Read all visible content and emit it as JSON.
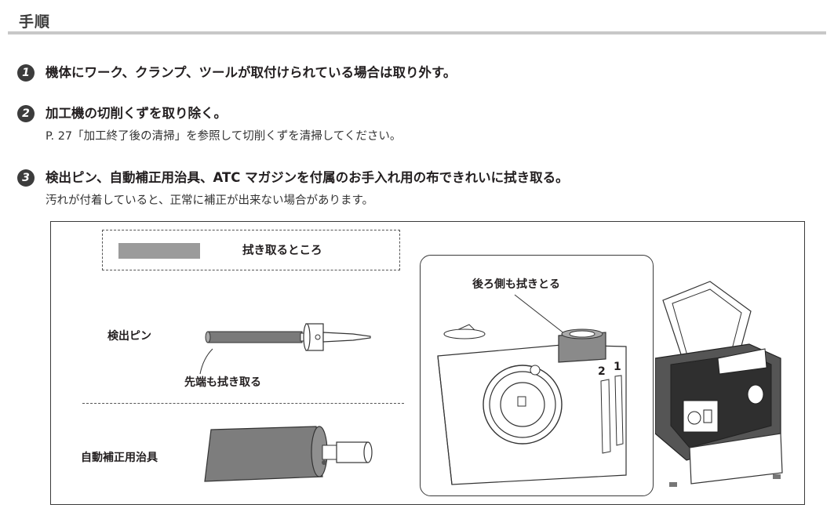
{
  "header": {
    "title": "手順"
  },
  "steps": [
    {
      "num": "1",
      "head": "機体にワーク、クランプ、ツールが取付けられている場合は取り外す。",
      "sub": ""
    },
    {
      "num": "2",
      "head": "加工機の切削くずを取り除く。",
      "sub": "P. 27「加工終了後の清掃」を参照して切削くずを清掃してください。"
    },
    {
      "num": "3",
      "head": "検出ピン、自動補正用治具、ATC マガジンを付属のお手入れ用の布できれいに拭き取る。",
      "sub": "汚れが付着していると、正常に補正が出来ない場合があります。"
    }
  ],
  "figure": {
    "legend_label": "拭き取るところ",
    "pin_label": "検出ピン",
    "pin_tip_label": "先端も拭き取る",
    "jig_label": "自動補正用治具",
    "magazine_label": "後ろ側も拭きとる",
    "magazine_numbers": [
      "2",
      "1"
    ]
  },
  "colors": {
    "highlight": "#9b9b9b",
    "text": "#231f20",
    "rule": "#c8c8c8"
  }
}
